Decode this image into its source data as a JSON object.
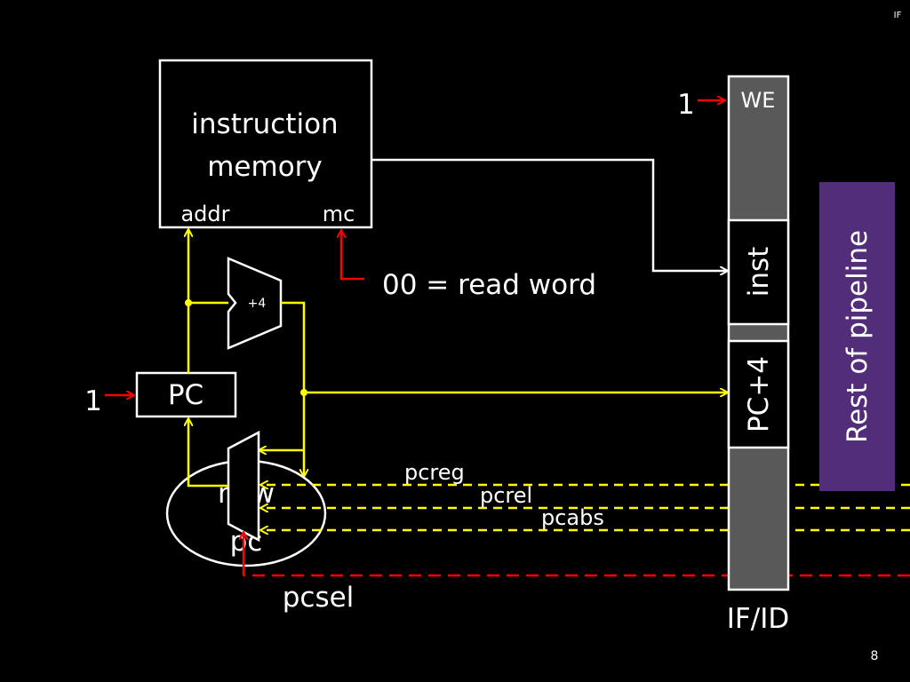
{
  "slide": {
    "corner_tag": "IF",
    "page_number": "8"
  },
  "instruction_memory": {
    "title_line1": "instruction",
    "title_line2": "memory",
    "addr_label": "addr",
    "mc_label": "mc",
    "mc_value_label": "00 = read word"
  },
  "adder": {
    "label": "+4"
  },
  "pc": {
    "label": "PC",
    "write_enable": "1"
  },
  "mux": {
    "label_line1": "new",
    "label_line2": "pc"
  },
  "signals": {
    "pcreg": "pcreg",
    "pcrel": "pcrel",
    "pcabs": "pcabs",
    "pcsel": "pcsel"
  },
  "pipeline_register": {
    "name": "IF/ID",
    "we_label": "WE",
    "we_value": "1",
    "inst_label": "inst",
    "pc4_label": "PC+4"
  },
  "rest": {
    "label": "Rest of pipeline"
  },
  "colors": {
    "background": "#000000",
    "wire": "#ffffff",
    "datapath": "#ffff00",
    "control": "#ff0000",
    "register_fill": "#595959",
    "rest_fill": "#512d7a"
  }
}
